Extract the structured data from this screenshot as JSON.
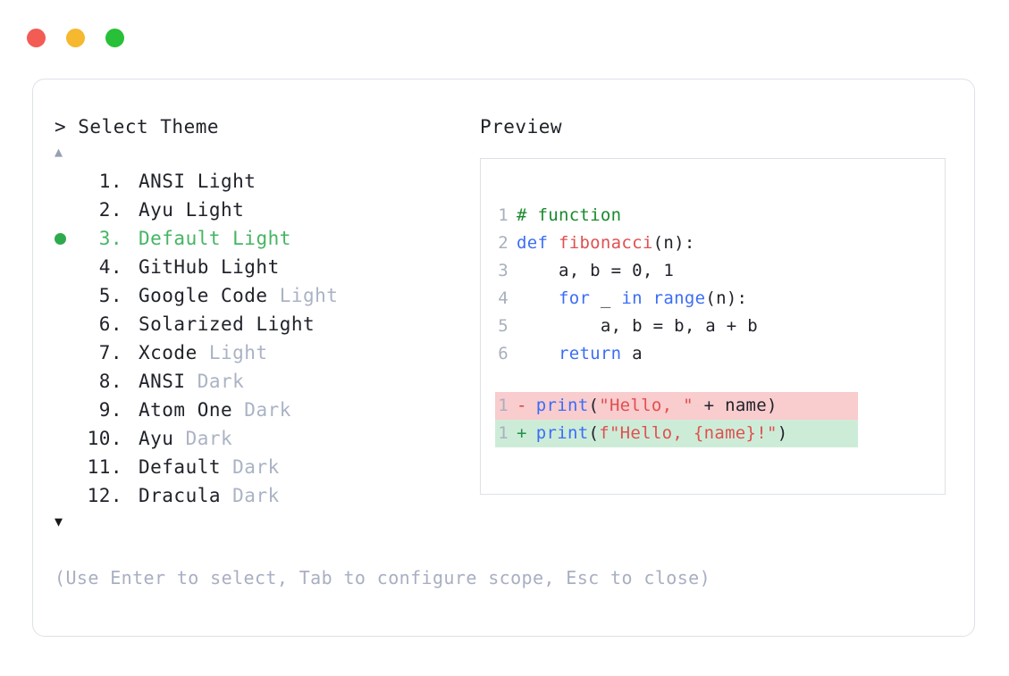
{
  "window": {
    "traffic_lights": [
      {
        "name": "close-button",
        "color": "#f25c54"
      },
      {
        "name": "minimize-button",
        "color": "#f5b82e"
      },
      {
        "name": "maximize-button",
        "color": "#28c038"
      }
    ]
  },
  "selector": {
    "prompt": "> Select Theme",
    "scroll_up": "▲",
    "scroll_down": "▼",
    "selected_index": 3,
    "items": [
      {
        "index": "1.",
        "main": "ANSI",
        "suffix": "Light",
        "suffix_dim": false,
        "selected": false
      },
      {
        "index": "2.",
        "main": "Ayu",
        "suffix": "Light",
        "suffix_dim": false,
        "selected": false
      },
      {
        "index": "3.",
        "main": "Default",
        "suffix": "Light",
        "suffix_dim": false,
        "selected": true
      },
      {
        "index": "4.",
        "main": "GitHub",
        "suffix": "Light",
        "suffix_dim": false,
        "selected": false
      },
      {
        "index": "5.",
        "main": "Google Code",
        "suffix": "Light",
        "suffix_dim": true,
        "selected": false
      },
      {
        "index": "6.",
        "main": "Solarized",
        "suffix": "Light",
        "suffix_dim": false,
        "selected": false
      },
      {
        "index": "7.",
        "main": "Xcode",
        "suffix": "Light",
        "suffix_dim": true,
        "selected": false
      },
      {
        "index": "8.",
        "main": "ANSI",
        "suffix": "Dark",
        "suffix_dim": true,
        "selected": false
      },
      {
        "index": "9.",
        "main": "Atom One",
        "suffix": "Dark",
        "suffix_dim": true,
        "selected": false
      },
      {
        "index": "10.",
        "main": "Ayu",
        "suffix": "Dark",
        "suffix_dim": true,
        "selected": false
      },
      {
        "index": "11.",
        "main": "Default",
        "suffix": "Dark",
        "suffix_dim": true,
        "selected": false
      },
      {
        "index": "12.",
        "main": "Dracula",
        "suffix": "Dark",
        "suffix_dim": true,
        "selected": false
      }
    ]
  },
  "preview": {
    "title": "Preview",
    "code_lines": [
      {
        "no": "1",
        "tokens": [
          {
            "t": "# function",
            "c": "comment"
          }
        ]
      },
      {
        "no": "2",
        "tokens": [
          {
            "t": "def ",
            "c": "keyword"
          },
          {
            "t": "fibonacci",
            "c": "func"
          },
          {
            "t": "(n):",
            "c": "plain"
          }
        ]
      },
      {
        "no": "3",
        "tokens": [
          {
            "t": "    a, b = ",
            "c": "plain"
          },
          {
            "t": "0",
            "c": "number"
          },
          {
            "t": ", ",
            "c": "plain"
          },
          {
            "t": "1",
            "c": "number"
          }
        ]
      },
      {
        "no": "4",
        "tokens": [
          {
            "t": "    ",
            "c": "plain"
          },
          {
            "t": "for",
            "c": "keyword"
          },
          {
            "t": " _ ",
            "c": "plain"
          },
          {
            "t": "in",
            "c": "keyword"
          },
          {
            "t": " ",
            "c": "plain"
          },
          {
            "t": "range",
            "c": "builtin"
          },
          {
            "t": "(n):",
            "c": "plain"
          }
        ]
      },
      {
        "no": "5",
        "tokens": [
          {
            "t": "        a, b = b, a + b",
            "c": "plain"
          }
        ]
      },
      {
        "no": "6",
        "tokens": [
          {
            "t": "    ",
            "c": "plain"
          },
          {
            "t": "return",
            "c": "keyword"
          },
          {
            "t": " a",
            "c": "plain"
          }
        ]
      }
    ],
    "diff_lines": [
      {
        "no": "1",
        "kind": "del",
        "sign": "-",
        "tokens": [
          {
            "t": "print",
            "c": "builtin"
          },
          {
            "t": "(",
            "c": "plain"
          },
          {
            "t": "\"Hello, \"",
            "c": "string"
          },
          {
            "t": " + name)",
            "c": "plain"
          }
        ]
      },
      {
        "no": "1",
        "kind": "add",
        "sign": "+",
        "tokens": [
          {
            "t": "print",
            "c": "builtin"
          },
          {
            "t": "(",
            "c": "plain"
          },
          {
            "t": "f\"Hello, {name}!\"",
            "c": "string"
          },
          {
            "t": ")",
            "c": "plain"
          }
        ]
      }
    ]
  },
  "hint": "(Use Enter to select, Tab to configure scope, Esc to close)"
}
